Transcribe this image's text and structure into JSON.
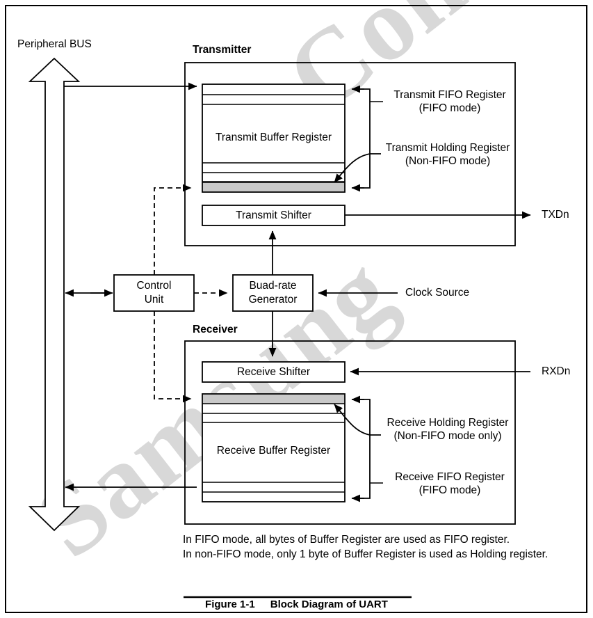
{
  "figure": {
    "number": "Figure 1-1",
    "title": "Block Diagram of UART"
  },
  "bus": {
    "label": "Peripheral BUS"
  },
  "sections": {
    "transmitter": "Transmitter",
    "receiver": "Receiver"
  },
  "blocks": {
    "transmit_buffer_register": "Transmit Buffer Register",
    "transmit_shifter": "Transmit Shifter",
    "control_unit_line1": "Control",
    "control_unit_line2": "Unit",
    "baud_rate_generator_line1": "Buad-rate",
    "baud_rate_generator_line2": "Generator",
    "receive_shifter": "Receive Shifter",
    "receive_buffer_register": "Receive Buffer Register"
  },
  "annotations": {
    "transmit_fifo_register_line1": "Transmit FIFO Register",
    "transmit_fifo_register_line2": "(FIFO mode)",
    "transmit_holding_register_line1": "Transmit Holding Register",
    "transmit_holding_register_line2": "(Non-FIFO mode)",
    "receive_holding_register_line1": "Receive Holding Register",
    "receive_holding_register_line2": "(Non-FIFO mode only)",
    "receive_fifo_register_line1": "Receive FIFO Register",
    "receive_fifo_register_line2": "(FIFO mode)"
  },
  "signals": {
    "txdn": "TXDn",
    "rxdn": "RXDn",
    "clock_source": "Clock Source"
  },
  "notes": {
    "line1": "In FIFO mode, all bytes of Buffer Register are used as FIFO register.",
    "line2": "In non-FIFO mode, only 1 byte of Buffer Register is used as Holding register."
  },
  "watermark": {
    "text_1": "Confidential",
    "text_2": "Samsung"
  },
  "colors": {
    "stroke": "#000000",
    "holding_fill": "#c9c9c9",
    "watermark": "#d8d8d8",
    "page_bg": "#ffffff"
  }
}
